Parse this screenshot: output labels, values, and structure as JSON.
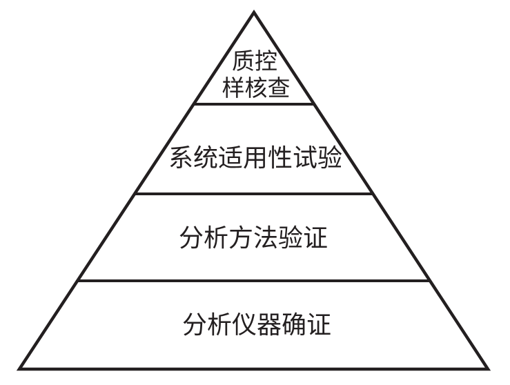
{
  "figure": {
    "type": "pyramid-diagram",
    "background_color": "#ffffff",
    "line_color": "#231f20",
    "text_color": "#231f20",
    "levels": [
      {
        "position": "top",
        "text": "质控样核查",
        "lines": [
          "质控",
          "样核查"
        ]
      },
      {
        "position": "second",
        "text": "系统适用性试验",
        "lines": [
          "系统适用性试验"
        ]
      },
      {
        "position": "third",
        "text": "分析方法验证",
        "lines": [
          "分析方法验证"
        ]
      },
      {
        "position": "bottom",
        "text": "分析仪器确证",
        "lines": [
          "分析仪器确证"
        ]
      }
    ]
  }
}
